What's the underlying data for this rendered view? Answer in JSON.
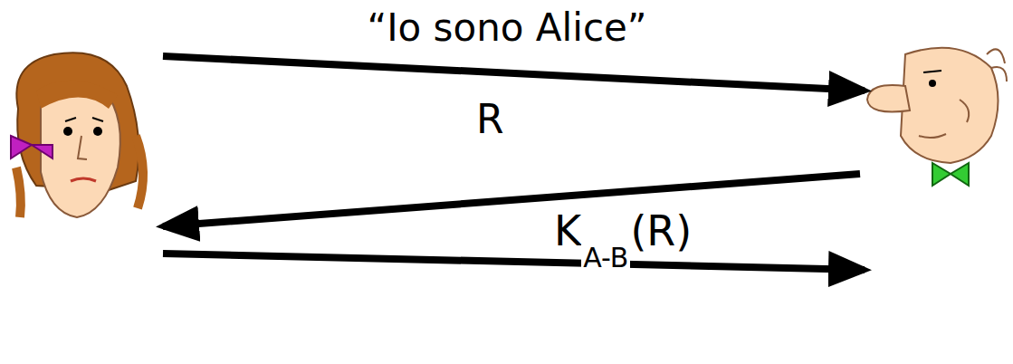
{
  "diagram": {
    "labels": [
      "“Io sono Alice”",
      "R",
      "K",
      "A-B",
      "(R)"
    ]
  }
}
